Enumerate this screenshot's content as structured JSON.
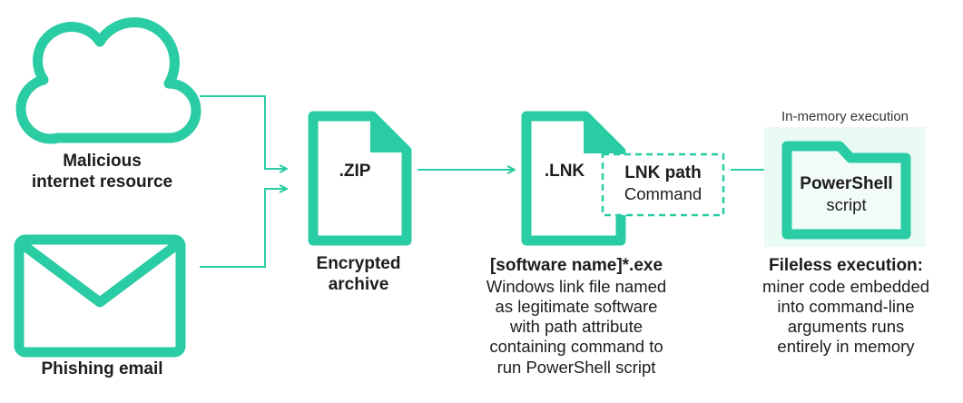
{
  "sources": {
    "malicious": {
      "line1": "Malicious",
      "line2": "internet resource",
      "icon": "cloud-icon"
    },
    "phishing": {
      "label": "Phishing email",
      "icon": "envelope-icon"
    }
  },
  "zip": {
    "file_label": ".ZIP",
    "caption_line1": "Encrypted",
    "caption_line2": "archive",
    "icon": "file-icon"
  },
  "lnk": {
    "file_label": ".LNK",
    "path_box_line1": "LNK path",
    "path_box_line2": "Command",
    "caption_title": "[software name]*.exe",
    "caption_lines": [
      "Windows link file named",
      "as legitimate software",
      "with path attribute",
      "containing command to",
      "run PowerShell script"
    ],
    "icon": "file-icon"
  },
  "powershell": {
    "region_label": "In-memory execution",
    "line1": "PowerShell",
    "line2": "script",
    "caption_title": "Fileless execution:",
    "caption_lines": [
      "miner code embedded",
      "into command-line",
      "arguments runs",
      "entirely in memory"
    ],
    "icon": "folder-icon"
  },
  "colors": {
    "accent": "#29cca3",
    "region_fill": "#eafaf5",
    "folder_fill": "#f1fcf8",
    "text": "#1d1d1b"
  }
}
